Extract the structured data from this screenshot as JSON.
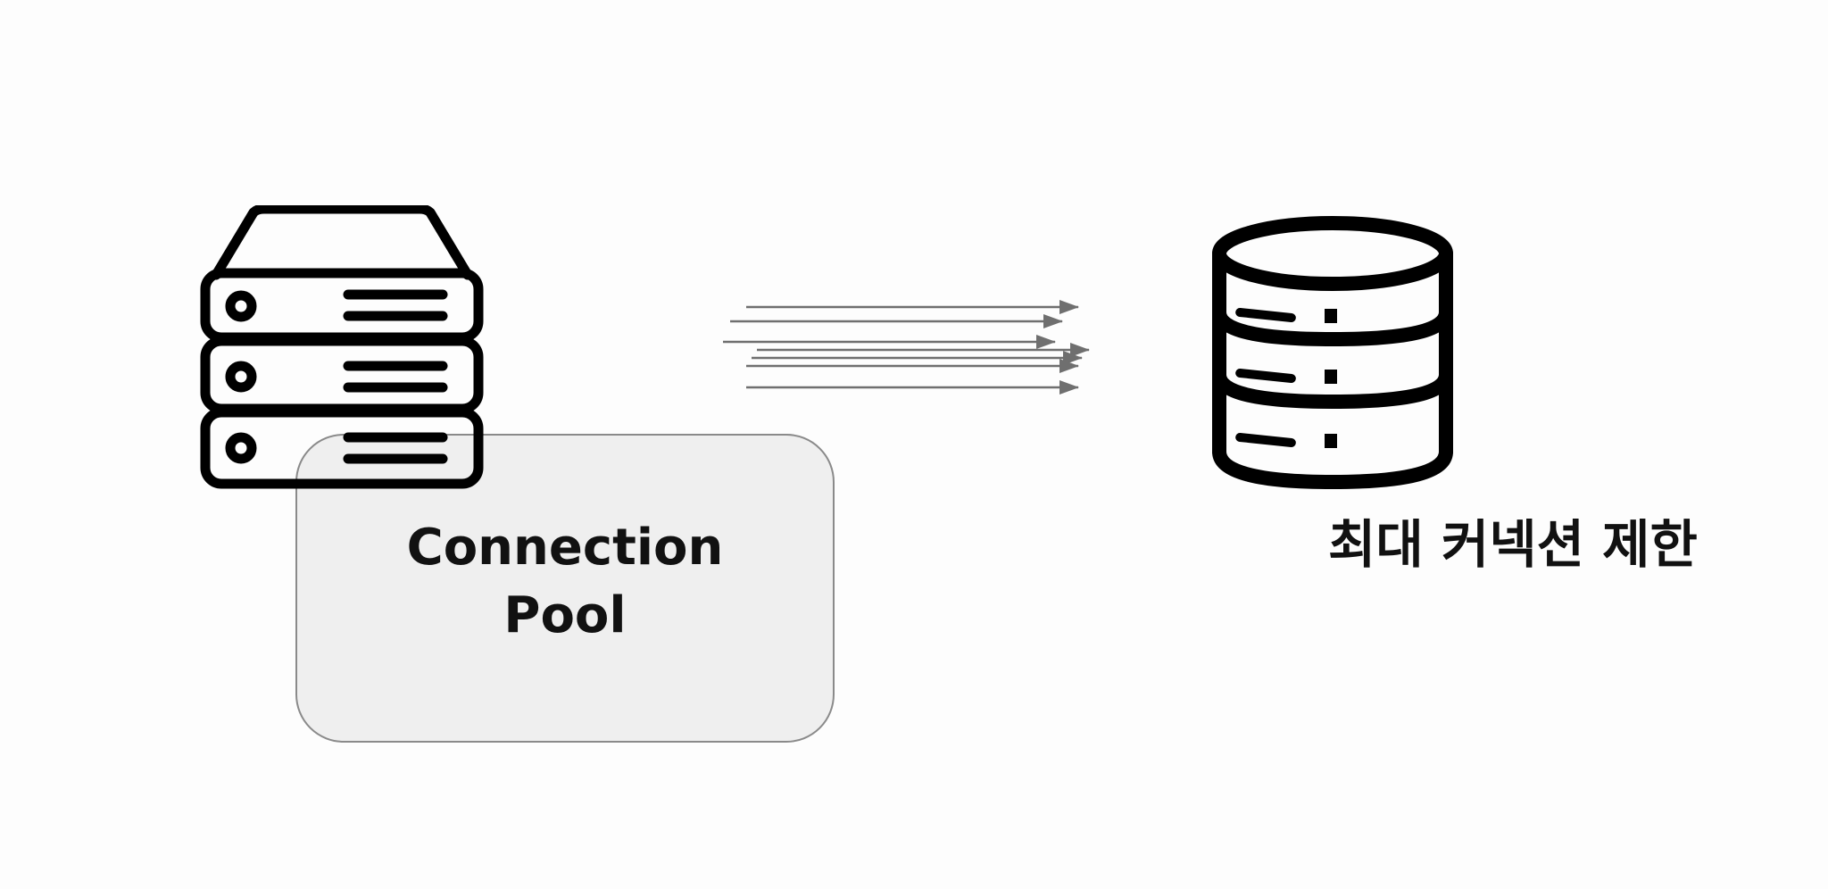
{
  "pool": {
    "label_line1": "Connection",
    "label_line2": "Pool"
  },
  "database": {
    "caption": "최대 커넥션 제한"
  },
  "icons": {
    "server": "server-stack-icon",
    "database": "database-icon"
  },
  "colors": {
    "background": "#fdfdfd",
    "icon_stroke": "#000000",
    "pool_fill": "#efefef",
    "pool_border": "#8a8a8a",
    "arrow": "#6f6f6f",
    "text": "#111111"
  }
}
